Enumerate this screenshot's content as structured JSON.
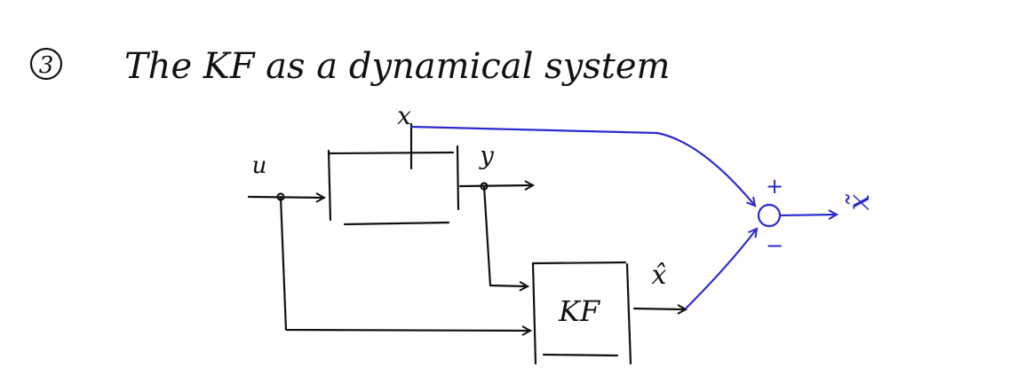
{
  "title": {
    "number": "3",
    "text": "The KF as a dynamical system"
  },
  "diagram": {
    "labels": {
      "u": "u",
      "x": "x",
      "y": "y",
      "kf": "KF",
      "x_hat": "x̂",
      "x_tilde": "x̃",
      "plus": "+",
      "minus": "−"
    },
    "colors": {
      "ink": "#111111",
      "blue": "#2a2ad0"
    }
  }
}
